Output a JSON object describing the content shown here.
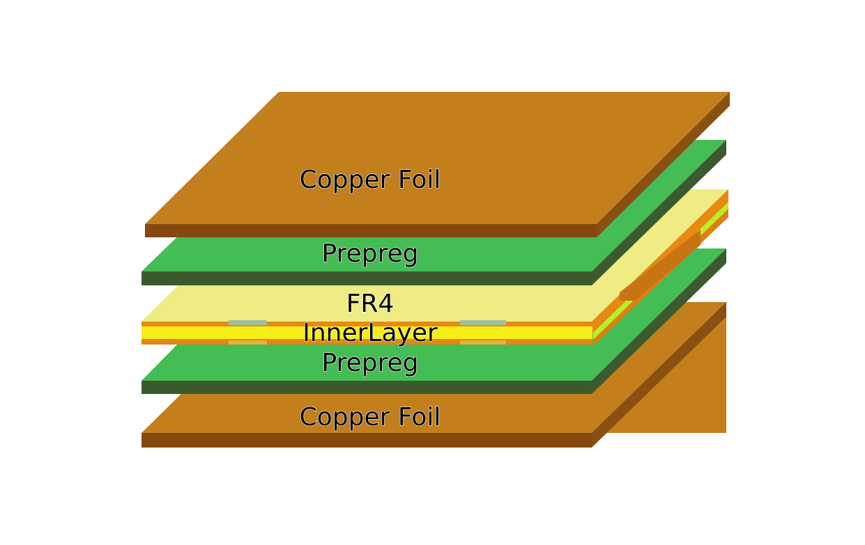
{
  "colors": {
    "copper_top": "#c27f1c",
    "copper_side": "#8a4f12",
    "prepreg_top": "#44bd55",
    "prepreg_side": "#3c5a30",
    "fr4_top": "#eeec82",
    "fr4_edge": "#e78a14",
    "inner_yellow": "#f4ee16",
    "inner_green": "#b8f028",
    "pad": "#9fc09a"
  },
  "layers": {
    "top_copper": {
      "label": "Copper Foil",
      "icon": "copper-foil-plate"
    },
    "top_prepreg": {
      "label": "Prepreg",
      "icon": "prepreg-plate"
    },
    "core_fr4": {
      "label": "FR4",
      "icon": "fr4-core-plate"
    },
    "inner_layer": {
      "label": "InnerLayer",
      "icon": "inner-layer-strip"
    },
    "bottom_prepreg": {
      "label": "Prepreg",
      "icon": "prepreg-plate"
    },
    "bottom_copper": {
      "label": "Copper Foil",
      "icon": "copper-foil-plate"
    }
  }
}
